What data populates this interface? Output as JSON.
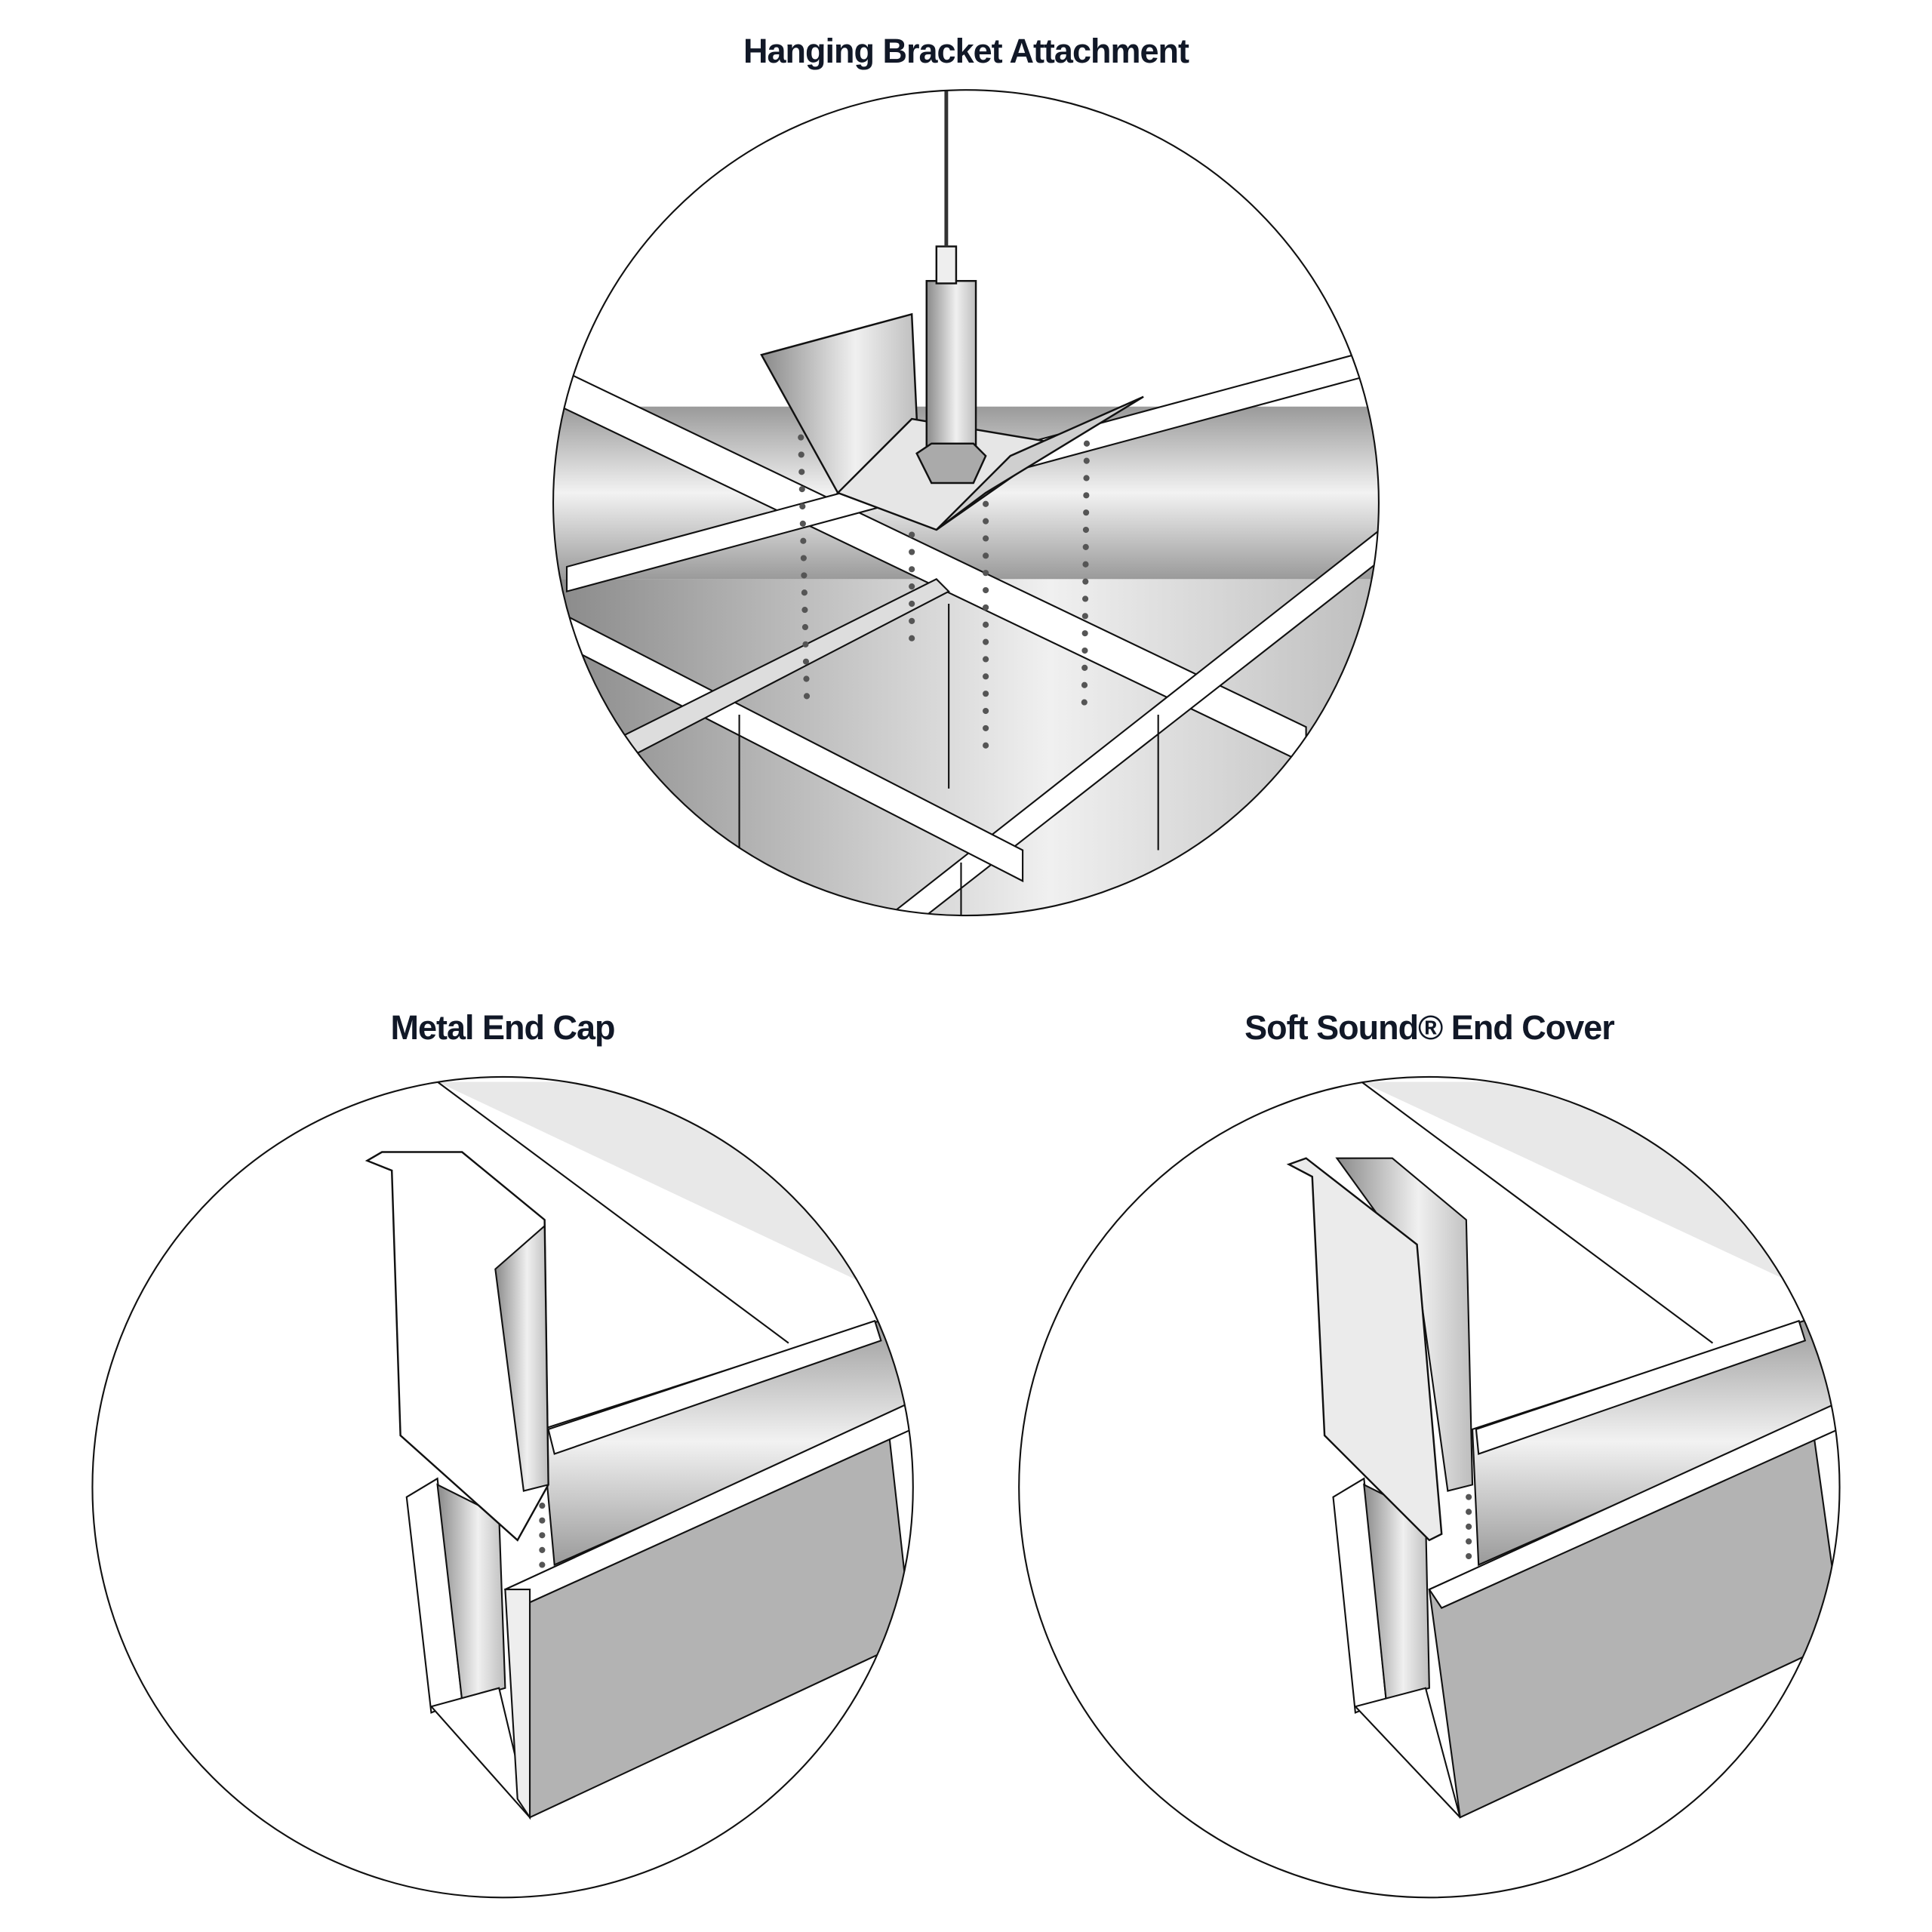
{
  "panels": [
    {
      "title": "Hanging Bracket Attachment"
    },
    {
      "title": "Metal End Cap"
    },
    {
      "title": "Soft Sound® End Cover"
    }
  ],
  "colors": {
    "title": "#111827",
    "outline": "#111111",
    "panel_gray": "#b3b3b3",
    "light_gray": "#e8e8e8",
    "dots": "#555555"
  }
}
